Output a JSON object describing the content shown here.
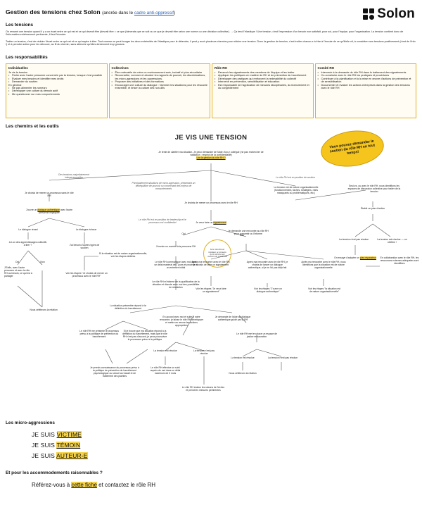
{
  "header": {
    "title": "Gestion des tensions chez Solon",
    "subtitle_pre": "(ancrée dans le ",
    "subtitle_link": "cadre anti-oppressif",
    "subtitle_post": ")",
    "logo_text": "Solon"
  },
  "sections": {
    "tensions": "Les tensions",
    "responsabilites": "Les responsabilités",
    "chemins": "Les chemins et les outils",
    "micro": "Les micro-aggressions",
    "accommodements": "Et pour les accommodements raisonnables ?"
  },
  "tensions_text": {
    "p1": "On ressent une tension quand il y a un écart entre ce qui est et ce qui devrait être (devrait être = ce que j'aimerais que ce soit ou ce que je devrait être selon une norme ou une décision collective). → Ça tend l'élastique ! Une tension, c'est l'expression d'un besoin non satisfait, pour soi, pour l'équipe, pour l'organisation. La tension contient donc de l'information extrêmement pertinente, il faut l'écouter.",
    "p2": "Traiter un tension, c'est de réduire l'écart entre ce qui est et ce qui aspire à être. Tout comme on peut bouger les deux extrémités de l'élastique pour le détendre, il peut y avoir plusieurs chemins pour réduire une tension. Donc la gestion de tension, c'est inviter chacun-e à être à l'écoute de ce qu'il/elle vit, à considérer ses tensions positivement (c'est de l'info !) et à prendre action pour les dénouer, au fil du chemin, sans attendre qu'elles deviennent trop grosses."
  },
  "responsabilites": [
    {
      "title": "Individuelles",
      "items": [
        {
          "t": "Je vis la tension",
          "b": false
        },
        {
          "t": "Parler avec l'autre personne concernée par la tension, lorsque c'est possible",
          "b": true
        },
        {
          "t": "Évaluer mes besoins et identifier mes droits",
          "b": true
        },
        {
          "t": "Demander du soutien",
          "b": true
        },
        {
          "t": "En général",
          "b": false
        },
        {
          "t": "Ne pas alimenter les rumeurs",
          "b": true
        },
        {
          "t": "Développer une culture du témoin actif",
          "b": true
        },
        {
          "t": "Me questionner sur mes comportements",
          "b": true
        }
      ]
    },
    {
      "title": "Collectives",
      "items": [
        {
          "t": "Être redevable de créer un environnement sain, inclusif et plus sécuritaire",
          "b": true
        },
        {
          "t": "Reconnaître, nommer et aborder les rapports de pouvoir, les discriminations, les micro-agressions et les oppressions.",
          "b": true
        },
        {
          "t": "Proposer des initiatives et des formations",
          "b": true
        },
        {
          "t": "Encourager une culture du dialogue : Nommer les situations pour les résoudre ensemble, et briser la culture des non-dits",
          "b": true
        }
      ]
    },
    {
      "title": "Rôle RH",
      "items": [
        {
          "t": "Recevoir les signalements des membres de l'équipe et les traiter",
          "b": true
        },
        {
          "t": "Appliquer les politiques en matière de RH et de prévention du harcèlement",
          "b": true
        },
        {
          "t": "Développer des pratiques qui renforcent la redevabilité du collectif",
          "b": true
        },
        {
          "t": "Intervenir en prévention, sensibilisation et éducation",
          "b": true
        },
        {
          "t": "Est responsable de l'application de mesures disciplinaires, du licenciement et du congédiement",
          "b": true
        }
      ]
    },
    {
      "title": "Comité RH",
      "items": [
        {
          "t": "Intervenir à la demande du rôle RH dans le traitement des signalements",
          "b": true
        },
        {
          "t": "Co-construire avec le rôle RH les pratiques et procédures",
          "b": true
        },
        {
          "t": "Contribuer à la planification et à la mise en œuvre d'actions de prévention et de sensibilisation",
          "b": true
        },
        {
          "t": "Documenter et évaluer les actions entreprises dans la gestion des tensions avec le rôle RH",
          "b": true
        }
      ]
    }
  ],
  "flow": {
    "title": "JE VIS UNE TENSION",
    "bubble": "Vous pouvez demander le soutien du rôle RH en tout temps!",
    "intro": "Je tente de clarifier ma situation. Je peux demander de l'aide d'un-e collègue (ne pas rechercher de validation ; respect de la confidentialité)",
    "intro_link": "Lire la gestion du rôle RH ?",
    "left_label": "Des tensions majoritairement interpersonnelles",
    "mid_label": "Principalement situations de micro-agression, présentant un déséquilibre de pouvoir ou concernant des enjeux de comportements",
    "right_label": "Le rôle RH est en position de soutien",
    "n_left1": "Je choisis de mener un processus sans le rôle RH",
    "n_left2_pre": "J'ouvre un ",
    "n_left2_hl": "dialogue authentique",
    "n_left2_post": " avec l'autre personne impliquée",
    "n_reussi": "Le dialogue réussi",
    "n_echoue": "Le dialogue échoue",
    "n_assez": "A-t-on des apprentissages collectifs à tirer ?",
    "n_oui": "Oui",
    "n_non": "Non",
    "n_enfin": "J'Enfin, avec l'autre personne et avec le rôle RH au besoin, ce qui est à partager",
    "n_celebrons": "Nous célébrons la relation",
    "n_besoin": "J'ai besoin d'autres types de soutien",
    "n_si_situation": "Si la situation est de nature organisationnelle, voir les étapes dédiées",
    "n_voir_etapes": "Voir les étapes \"Je choisis de mener un processus avec le rôle RH\"",
    "n_center1": "Je choisis de mener un processus avec le rôle RH",
    "n_center_note": "Le rôle RH est en position de leadership et le processus est confidentiel",
    "n_signalement_pre": "Je veux faire un ",
    "n_signalement_hl": "signalement",
    "n_oui2": "Oui",
    "n_non2": "Non",
    "n_circle": "Si le rôle RH est impliqué, je consens qu'un enrichi soit membre du comité RH",
    "n_jenvoie": "J'envoie un courriel à la personne RH",
    "n_communique": "Le rôle RH communique avec moi dans un délai maximal de 7 jours et procède à un entretien initial",
    "n_informe": "Le rôle RH m'informe de la qualification de la situation et discute avec moi des possibilités de résolution",
    "n_situation_pres": "La situation présentée répond à la définition du harcèlement",
    "n_rh_presente": "Le rôle RH me présente le processus prévu à la politique de prévention du harcèlement",
    "n_si_je_trouve": "Si je trouve que ma situation répond à la définition du harcèlement, mais que le rôle RH n'est pas d'accord, je peux poursuivre le processus prévu à la politique",
    "n_je_prends": "Je prends connaissance du processus prévu à la politique de prévention du harcèlement psychologique ou sexuel au travail et de traitement des plaintes",
    "n_accord": "En accord avec moi et suite à notre rencontre, je laisse le rôle RH développer et mettre en œuvre les actions appropriées",
    "n_je_demande": "Je demande de l'aide au dialogue authentique guidé par la RH",
    "n_tension_res1": "La tension est résolue",
    "n_tension_pas1": "La tension n'est pas résolue",
    "n_rh_effectue": "Le rôle RH effectue un suivi auprès de moi dans un délai maximum de 3 mois",
    "n_rh_evalue": "Le rôle RH évalue les raisons de l'échec et prend les mesures pertinentes",
    "n_rh_met": "Le rôle RH met en place un espace de justice restaurative",
    "n_tension_res2": "La tension est résolue",
    "n_tension_pas2": "La tension n'est pas résolue",
    "n_celebrons2": "Nous célébrons la relation",
    "n_rencontre": "Je demande une rencontre au rôle RH pour consentir ou l'informe",
    "n_apres1": "Après ma rencontre avec le rôle RH, je choisis de faire un signalement",
    "n_apres2": "Après ma rencontre avec le rôle RH, je choisis de lancer un dialogue authentique, si je ne l'ai pas déjà fait",
    "n_apres3": "Après ma rencontre avec le rôle RH, nous identifions que la situation est de nature organisationnelle",
    "n_voir_sig": "Voir les étapes \"Je veux faire un signalement\"",
    "n_voir_dial": "Voir les étapes \"J'ouvre un dialogue authentique\"",
    "n_voir_org": "Voir les étapes \"la situation est de nature organisationnelle\"",
    "n_orga": "La tension est de nature organisationnelle (fonctionnement, tâches, stratégies, rôles manquants ou problématiques, etc.)",
    "n_seul": "Seul-es, ou avec le rôle RH, nous identifions les espaces de discussion collective pour traiter de la tension",
    "n_etablir": "Établir un plan d'action",
    "n_pas_res": "La tension n'est pas résolue",
    "n_res_celebre": "La tension est résolue — on célèbre !",
    "n_essaye_pre": "On essaye d'adopter un ",
    "n_essaye_hl": "plan réparateur",
    "n_collab": "En collaboration avec le rôle RH, les ressources externes adéquates sont identifiées"
  },
  "micro": {
    "items": [
      {
        "pre": "JE SUIS ",
        "hl": "VICTIME"
      },
      {
        "pre": "JE SUIS ",
        "hl": "TÉMOIN"
      },
      {
        "pre": "JE SUIS ",
        "hl": "AUTEUR-E"
      }
    ]
  },
  "accommodements": {
    "pre": "Référez-vous à ",
    "link": "cette fiche",
    "post": " et contactez le rôle RH"
  },
  "colors": {
    "accent": "#f5d34a",
    "border": "#e3b11f",
    "link": "#2a5db0"
  }
}
